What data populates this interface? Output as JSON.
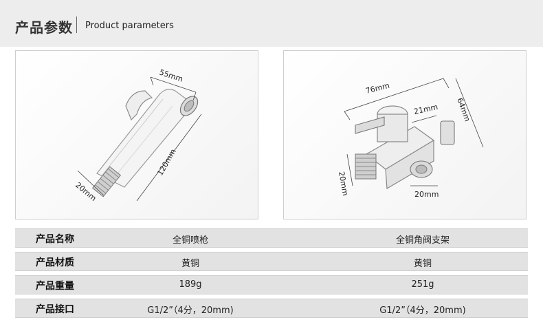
{
  "header": {
    "title_cn": "产品参数",
    "title_en": "Product parameters"
  },
  "left_diagram": {
    "dim_width": "55mm",
    "dim_length": "120mm",
    "dim_thread": "20mm"
  },
  "right_diagram": {
    "dim_length": "76mm",
    "dim_height": "64mm",
    "dim_handle": "21mm",
    "dim_inlet": "20mm",
    "dim_outlet": "20mm"
  },
  "specs": [
    {
      "label": "产品名称",
      "value1": "全铜喷枪",
      "value2": "全铜角阀支架"
    },
    {
      "label": "产品材质",
      "value1": "黄铜",
      "value2": "黄铜"
    },
    {
      "label": "产品重量",
      "value1": "189g",
      "value2": "251g"
    },
    {
      "label": "产品接口",
      "value1": "G1/2”（4分，20mm)",
      "value2": "G1/2”（4分，20mm)"
    }
  ]
}
